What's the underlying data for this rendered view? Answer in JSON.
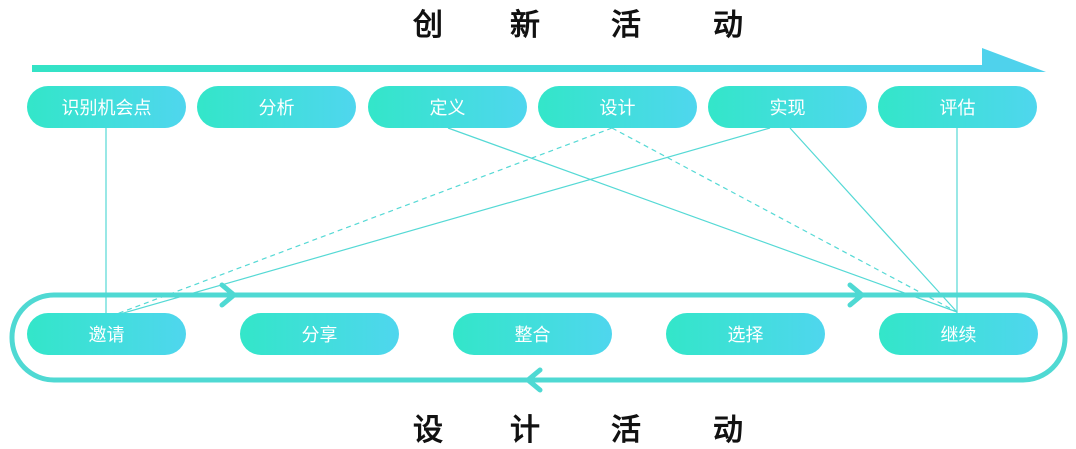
{
  "top_title": [
    "创",
    "新",
    "活",
    "动"
  ],
  "bottom_title": [
    "设",
    "计",
    "活",
    "动"
  ],
  "innovation_steps": [
    "识别机会点",
    "分析",
    "定义",
    "设计",
    "实现",
    "评估"
  ],
  "design_steps": [
    "邀请",
    "分享",
    "整合",
    "选择",
    "继续"
  ],
  "colors": {
    "pill_left": "#33e6c9",
    "pill_right": "#4fd6ee",
    "line": "#55d9d5",
    "title": "#111111"
  }
}
